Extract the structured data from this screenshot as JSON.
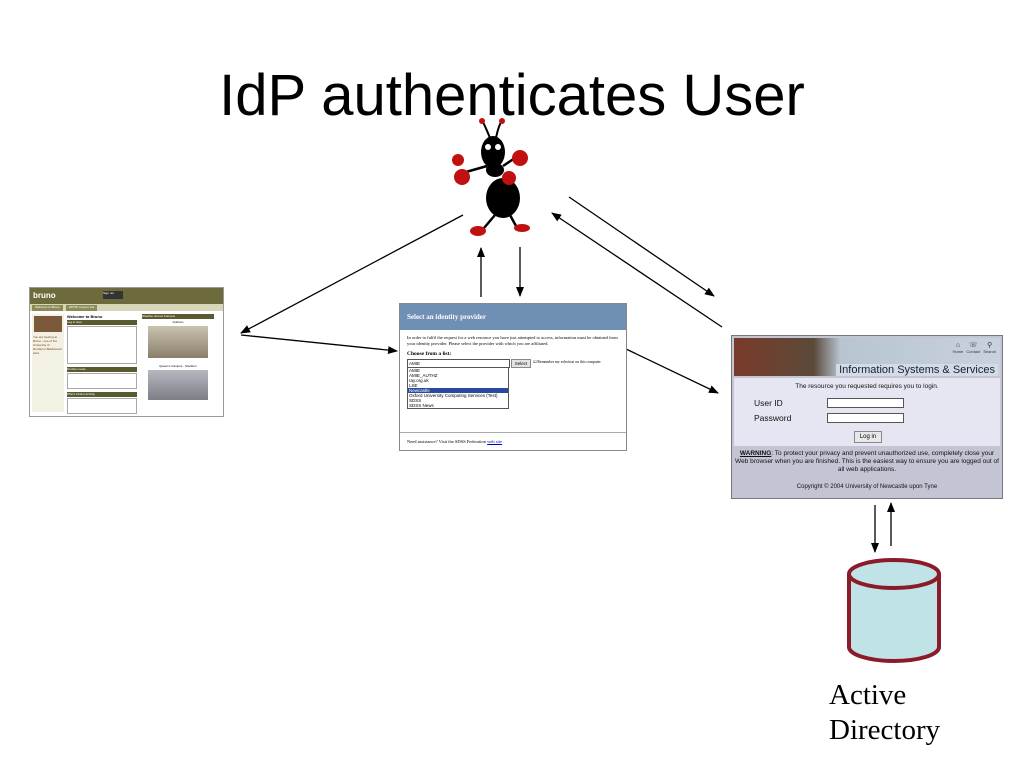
{
  "slide": {
    "title": "IdP authenticates User"
  },
  "bruno": {
    "logo": "bruno",
    "topbutton": "Sign out",
    "tabs": [
      "Welcome to Bruno",
      "IdP/SP support site"
    ],
    "welcome": "Welcome to Bruno",
    "left_text": "You are looking at Bruno - one of the University of Durham's Blackboard sites",
    "login_header": "Log in here",
    "news_header": "Durham news",
    "status_header": "Who's Online Activity",
    "weather_header": "Weather across Campus",
    "weather_site1": "Durham",
    "weather_site2": "Queen's Campus - Stockton"
  },
  "selector": {
    "header": "Select an identity provider",
    "intro": "In order to fulfil the request for a web resource you have just attempted to access, information must be obtained from your identity provider. Please select the provider with which you are affiliated.",
    "choose_label": "Choose from a list:",
    "selected_value": "AMIE",
    "select_button": "Select",
    "remember_label": "Remember my selection on this computer",
    "options": [
      "AMIE",
      "AMIE_AUTHZ",
      "ray.org.uk",
      "LSE",
      "Newcastle",
      "Oxford University Computing Services (Test)",
      "SDSS",
      "SDSS News"
    ],
    "highlighted_index": 4,
    "footer_text": "Need assistance? Visit the SDSS Federation",
    "footer_link": "web site"
  },
  "login": {
    "toolbar": [
      {
        "icon": "home-icon",
        "label": "Home"
      },
      {
        "icon": "contact-icon",
        "label": "Contact"
      },
      {
        "icon": "search-icon",
        "label": "Search"
      }
    ],
    "banner_title": "Information Systems & Services",
    "message": "The resource you requested requires you to login.",
    "userid_label": "User ID",
    "password_label": "Password",
    "login_button": "Log in",
    "warning_bold": "WARNING",
    "warning_text": ": To protect your privacy and prevent unauthorized use, completely close your Web browser when you are finished. This is the easiest way to ensure you are logged out of all web applications.",
    "copyright": "Copyright © 2004 University of Newcastle upon Tyne"
  },
  "directory": {
    "label_line1": "Active",
    "label_line2": "Directory"
  }
}
